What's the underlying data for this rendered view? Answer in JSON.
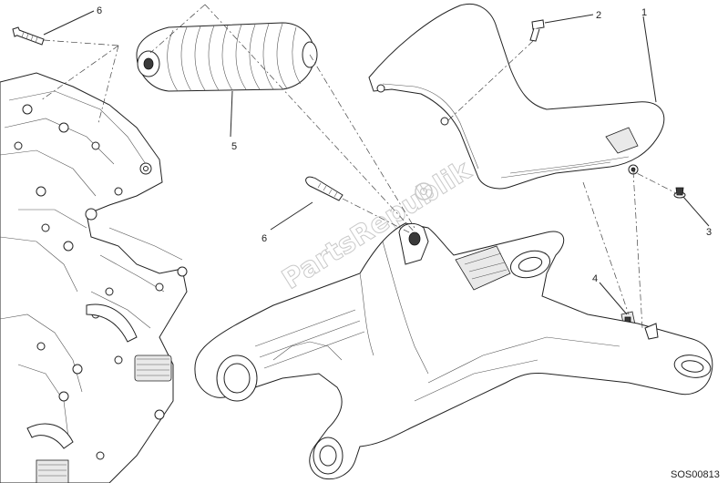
{
  "diagram": {
    "callouts": [
      {
        "id": "c1",
        "text": "1"
      },
      {
        "id": "c2",
        "text": "2"
      },
      {
        "id": "c3",
        "text": "3"
      },
      {
        "id": "c4",
        "text": "4"
      },
      {
        "id": "c5",
        "text": "5"
      },
      {
        "id": "c6a",
        "text": "6"
      },
      {
        "id": "c6b",
        "text": "6"
      }
    ],
    "drawing_code": "SOS00813",
    "watermark": "PartsRepublik"
  },
  "colors": {
    "line": "#222222",
    "background": "#ffffff",
    "watermark": "#c9c9c9"
  }
}
